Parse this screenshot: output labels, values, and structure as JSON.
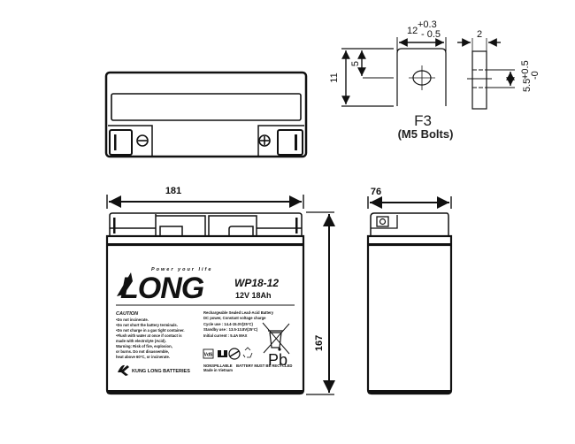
{
  "terminal_detail": {
    "name": "F3",
    "bolt_spec": "(M5 Bolts)",
    "width_dim": "12",
    "width_tol_plus": "+0.3",
    "width_tol_minus": "- 0.5",
    "height_dim": "11",
    "hole_offset_dim": "5",
    "thickness_dim": "2",
    "hole_dia_dim": "5.5",
    "hole_tol_plus": "+0.5",
    "hole_tol_minus": "-0"
  },
  "top_view": {
    "negative_symbol": "⊖",
    "positive_symbol": "⊕"
  },
  "front_view": {
    "width_dim": "181",
    "height_dim": "167"
  },
  "side_view": {
    "depth_dim": "76"
  },
  "label": {
    "tagline": "Power your life",
    "brand_logo": "LONG",
    "model": "WP18-12",
    "rating": "12V 18Ah",
    "caution_title": "CAUTION",
    "caution_lines": [
      "•Do not incinerate.",
      "•Do not short the battery terminals.",
      "•Do not charge in a gas tight container.",
      "•Flush with water at once if contact is",
      "  made with electrolyte (Acid).",
      "Warning: Risk of fire, explosion,",
      "or burns. Do not disassemble,",
      "heat above 60°C, or incinerate."
    ],
    "manufacturer": "KUNG LONG BATTERIES",
    "spec_lines": [
      "Rechargeable Sealed Lead-Acid Battery",
      "DC power, Constant voltage charge",
      "Cycle use : 14.4-15.0V(25°C)",
      "Standby use : 13.5-13.8V(25°C)",
      "Initial current : 5.4A MAX"
    ],
    "cert_vds": "VdS",
    "pb_symbol": "Pb",
    "nonspillable": "NONSPILLABLE",
    "recycle_note": "BATTERY MUST BE RECYCLED",
    "origin": "Made in Vietnam"
  }
}
